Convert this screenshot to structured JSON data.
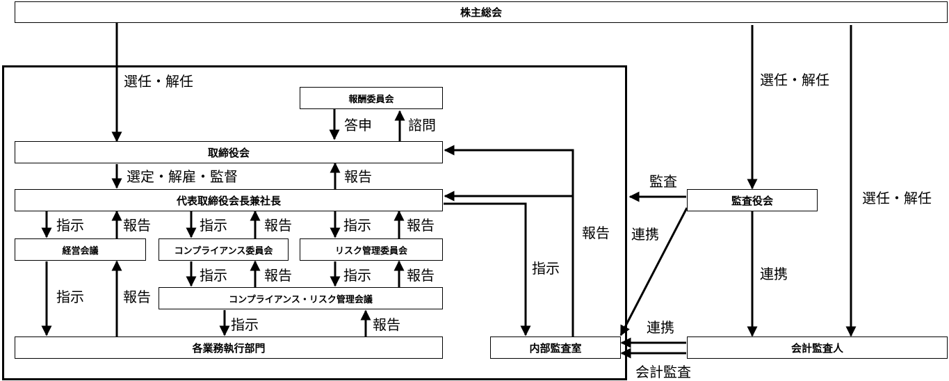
{
  "boxes": {
    "shareholders": "株主総会",
    "compensation_committee": "報酬委員会",
    "board": "取締役会",
    "president": "代表取締役会長兼社長",
    "management_meeting": "経営会議",
    "compliance_committee": "コンプライアンス委員会",
    "risk_committee": "リスク管理委員会",
    "compliance_risk_meeting": "コンプライアンス・リスク管理会議",
    "business_divisions": "各業務執行部門",
    "internal_audit": "内部監査室",
    "audit_board": "監査役会",
    "accounting_auditor": "会計監査人"
  },
  "labels": {
    "appoint_dismiss_left": "選任・解任",
    "appoint_dismiss_audit": "選任・解任",
    "appoint_dismiss_right": "選任・解任",
    "answer": "答申",
    "inquiry": "諮問",
    "select_dismiss_supervise": "選定・解雇・監督",
    "report_president_to_board": "報告",
    "instruct_mgmt": "指示",
    "report_mgmt": "報告",
    "instruct_compliance": "指示",
    "report_compliance": "報告",
    "instruct_risk": "指示",
    "report_risk": "報告",
    "instruct_mgmt_to_divisions": "指示",
    "report_divisions_to_mgmt": "報告",
    "instruct_compliance_to_meeting": "指示",
    "report_meeting_to_compliance": "報告",
    "instruct_risk_to_meeting": "指示",
    "report_meeting_to_risk": "報告",
    "instruct_meeting_to_divisions": "指示",
    "report_divisions_to_meeting": "報告",
    "instruct_internal_audit": "指示",
    "report_internal_audit": "報告",
    "audit": "監査",
    "cooperation_audit_internal": "連携",
    "cooperation_audit_accounting": "連携",
    "cooperation_accounting_internal": "連携",
    "accounting_audit": "会計監査"
  }
}
